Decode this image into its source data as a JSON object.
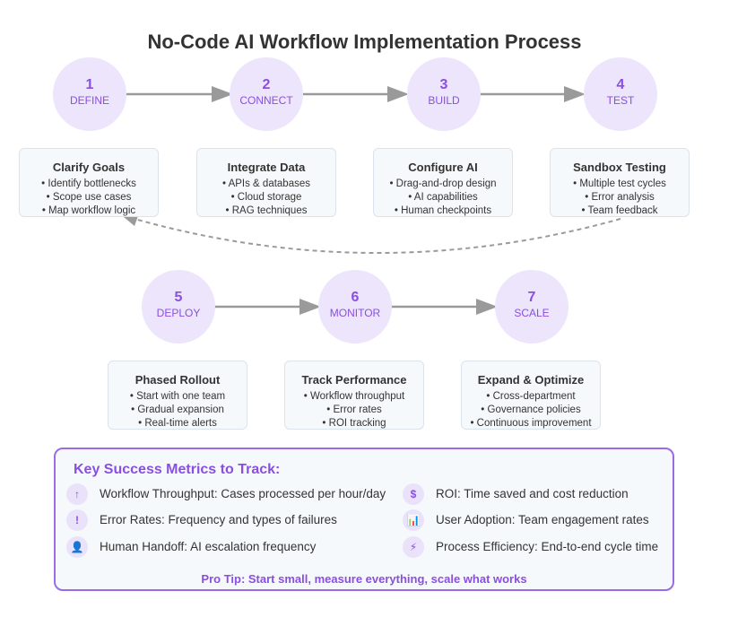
{
  "title": "No-Code AI Workflow Implementation Process",
  "colors": {
    "accent": "#8a4fe0",
    "circle_fill": "#ece5fb",
    "arrow": "#9a9a9a",
    "card_bg": "#f6f9fc",
    "card_border": "#dbe3ec",
    "panel_border": "#9b6ae6"
  },
  "steps": [
    {
      "num": "1",
      "label": "DEFINE",
      "card_title": "Clarify Goals",
      "items": [
        "• Identify bottlenecks",
        "• Scope use cases",
        "• Map workflow logic"
      ]
    },
    {
      "num": "2",
      "label": "CONNECT",
      "card_title": "Integrate Data",
      "items": [
        "• APIs & databases",
        "• Cloud storage",
        "• RAG techniques"
      ]
    },
    {
      "num": "3",
      "label": "BUILD",
      "card_title": "Configure AI",
      "items": [
        "• Drag-and-drop design",
        "• AI capabilities",
        "• Human checkpoints"
      ]
    },
    {
      "num": "4",
      "label": "TEST",
      "card_title": "Sandbox Testing",
      "items": [
        "• Multiple test cycles",
        "• Error analysis",
        "• Team feedback"
      ]
    },
    {
      "num": "5",
      "label": "DEPLOY",
      "card_title": "Phased Rollout",
      "items": [
        "• Start with one team",
        "• Gradual expansion",
        "• Real-time alerts"
      ]
    },
    {
      "num": "6",
      "label": "MONITOR",
      "card_title": "Track Performance",
      "items": [
        "• Workflow throughput",
        "• Error rates",
        "• ROI tracking"
      ]
    },
    {
      "num": "7",
      "label": "SCALE",
      "card_title": "Expand & Optimize",
      "items": [
        "• Cross-department",
        "• Governance policies",
        "• Continuous improvement"
      ]
    }
  ],
  "metrics": {
    "title": "Key Success Metrics to Track:",
    "items": [
      {
        "icon": "↑",
        "icon_name": "arrow-up-icon",
        "text": "Workflow Throughput: Cases processed per hour/day"
      },
      {
        "icon": "$",
        "icon_name": "dollar-icon",
        "text": "ROI: Time saved and cost reduction"
      },
      {
        "icon": "!",
        "icon_name": "exclamation-icon",
        "text": "Error Rates: Frequency and types of failures"
      },
      {
        "icon": "📊",
        "icon_name": "bar-chart-icon",
        "text": "User Adoption: Team engagement rates"
      },
      {
        "icon": "👤",
        "icon_name": "person-icon",
        "text": "Human Handoff: AI escalation frequency"
      },
      {
        "icon": "⚡",
        "icon_name": "lightning-icon",
        "text": "Process Efficiency: End-to-end cycle time"
      }
    ],
    "pro_tip": "Pro Tip: Start small, measure everything, scale what works"
  }
}
